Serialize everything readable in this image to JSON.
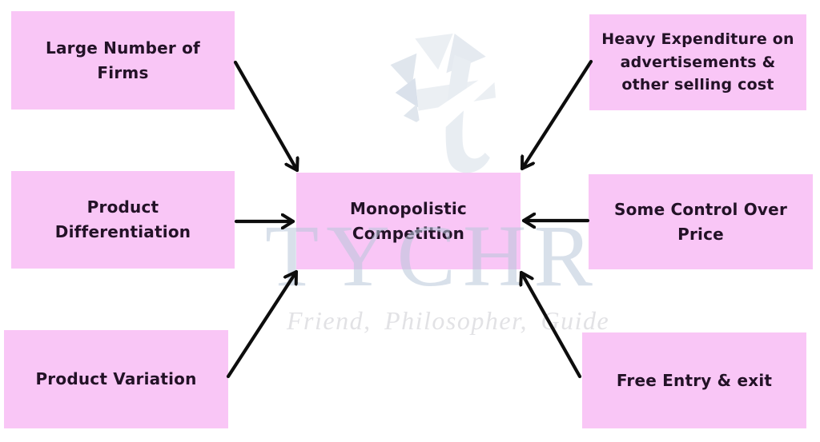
{
  "diagram": {
    "center": {
      "label": [
        "Monopolistic",
        "Competition"
      ]
    },
    "factors": [
      {
        "position": "top-left",
        "label": [
          "Large Number of",
          "Firms"
        ]
      },
      {
        "position": "top-right",
        "label": [
          "Heavy Expenditure on",
          "advertisements &",
          "other selling cost"
        ]
      },
      {
        "position": "middle-left",
        "label": [
          "Product",
          "Differentiation"
        ]
      },
      {
        "position": "middle-right",
        "label": [
          "Some Control Over",
          "Price"
        ]
      },
      {
        "position": "bottom-left",
        "label": [
          "Product Variation"
        ]
      },
      {
        "position": "bottom-right",
        "label": [
          "Free Entry & exit"
        ]
      }
    ],
    "colors": {
      "box_fill": "#f9c6f6",
      "box_text": "#231227",
      "arrow": "#0d0d0d",
      "watermark_blue": "#b9c7da",
      "watermark_gray": "#cbcbd1"
    }
  },
  "watermark": {
    "brand": "TYCHR",
    "tagline": "Friend, Philosopher, Guide",
    "logo": "tychr-t-logo"
  }
}
